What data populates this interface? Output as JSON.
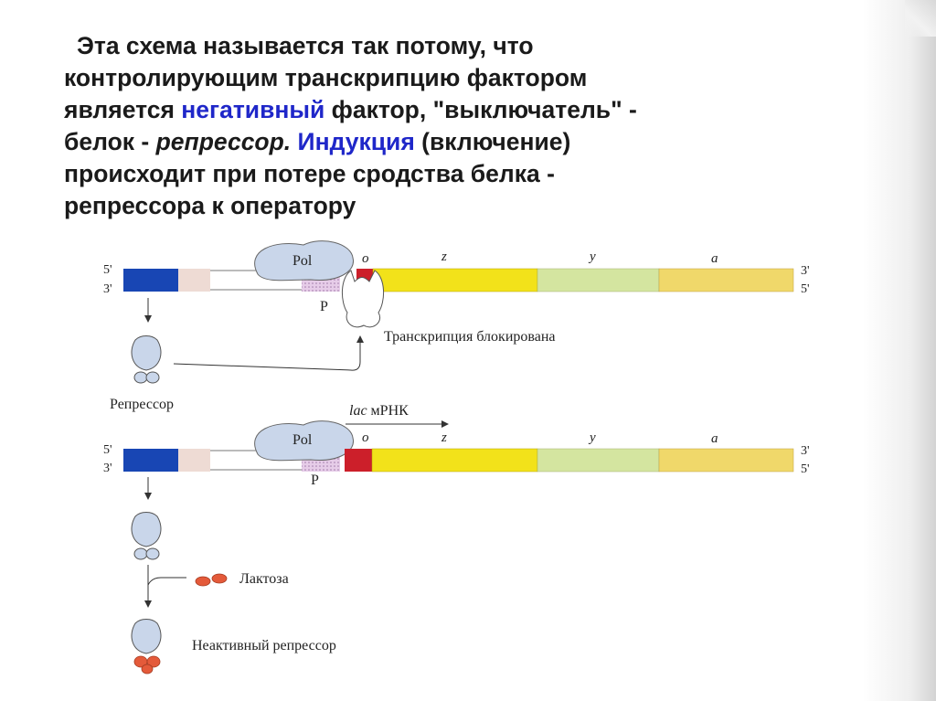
{
  "paragraph": {
    "line1": "Эта схема называется так потому, что",
    "line2": "контролирующим транскрипцию фактором",
    "line3_a": "является ",
    "line3_b": "негативный",
    "line3_c": " фактор, \"выключатель\" -",
    "line4_a": "белок - ",
    "line4_b": "репрессор.",
    "line4_c": " ",
    "line4_d": "Индукция",
    "line4_e": " (включение)",
    "line5": "происходит при потере сродства белка -",
    "line6": "репрессора к оператору"
  },
  "diagram": {
    "end5": "5'",
    "end3": "3'",
    "pol": "Pol",
    "promoter": "P",
    "operator": "o",
    "gene_z": "z",
    "gene_y": "y",
    "gene_a": "a",
    "blocked": "Транскрипция блокирована",
    "repressor": "Репрессор",
    "mrna_lac": "lac",
    "mrna_rest": " мРНК",
    "lactose": "Лактоза",
    "inactive": "Неактивный репрессор"
  },
  "colors": {
    "text": "#1a1a1a",
    "highlight": "#1f27c9",
    "dna_blue": "#1846b4",
    "operator_red": "#cc1f2a",
    "gene_z": "#f2e21a",
    "gene_y": "#d4e5a0",
    "gene_a": "#f0d86a",
    "protein": "#c9d6ea",
    "lactose": "#e45a3a"
  }
}
